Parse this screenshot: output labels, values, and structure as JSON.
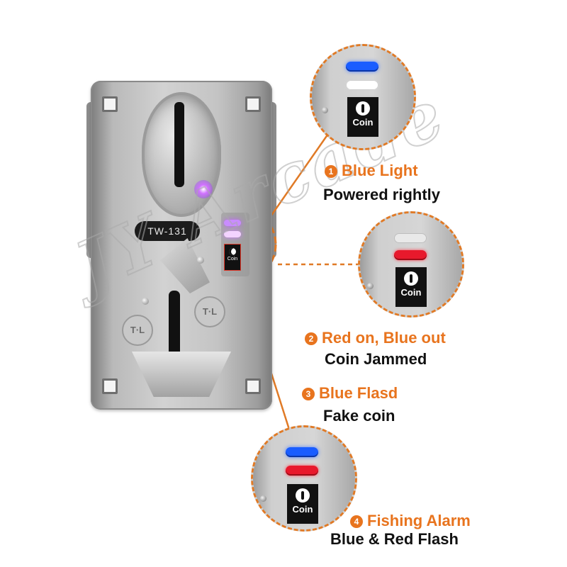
{
  "device": {
    "model": "TW-131",
    "logo_text": "T·L",
    "led_button_text": "Coin"
  },
  "watermark": "JY Arcade",
  "callouts": [
    {
      "number": "1",
      "title": "Blue Light",
      "subtitle": "Powered rightly",
      "leds": [
        "blue",
        "white"
      ],
      "coin_text": "Coin"
    },
    {
      "number": "2",
      "title": "Red on, Blue out",
      "subtitle": "Coin Jammed",
      "leds": [
        "white",
        "red"
      ],
      "coin_text": "Coin"
    },
    {
      "number": "3",
      "title": "Blue Flasd",
      "subtitle": "Fake coin"
    },
    {
      "number": "4",
      "title": "Fishing Alarm",
      "subtitle": "Blue & Red Flash",
      "leds": [
        "blue",
        "red"
      ],
      "coin_text": "Coin"
    }
  ],
  "colors": {
    "accent": "#e8741e",
    "blue_led": "#1a5dff",
    "red_led": "#e8192c"
  }
}
